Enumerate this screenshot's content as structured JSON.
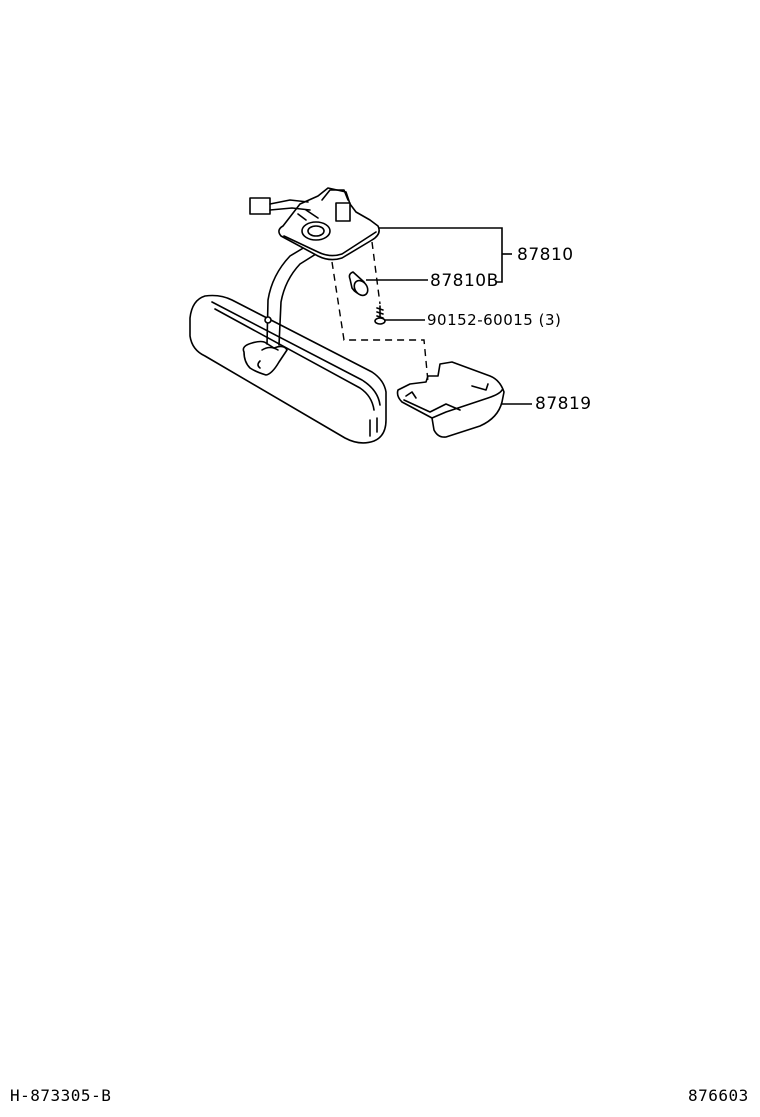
{
  "diagram": {
    "type": "exploded parts illustration",
    "subject": "inner rear view mirror with map lamp assembly",
    "parts": [
      {
        "id": "part-87810",
        "number": "87810",
        "description": "mirror assembly (bracket + lamp + mirror)"
      },
      {
        "id": "part-87810B",
        "number": "87810B",
        "description": "bulb"
      },
      {
        "id": "part-90152",
        "number": "90152-60015 (3)",
        "description": "screw",
        "quantity": "3"
      },
      {
        "id": "part-87819",
        "number": "87819",
        "description": "cover"
      }
    ]
  },
  "labels": {
    "p87810": "87810",
    "p87810b": "87810B",
    "p90152": "90152-60015 (3)",
    "p87819": "87819"
  },
  "footer": {
    "left_code": "H-873305-B",
    "right_code": "876603"
  }
}
